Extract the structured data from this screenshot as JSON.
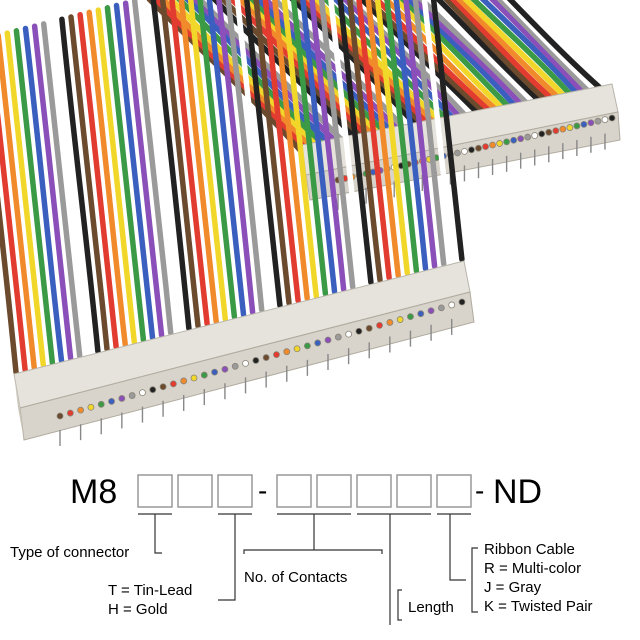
{
  "part_number": {
    "prefix": "M8",
    "dash_1": "-",
    "dash_2": "-",
    "suffix": "ND"
  },
  "legend": {
    "type_of_connector": "Type of connector",
    "tin_lead": "T = Tin-Lead",
    "gold": "H = Gold",
    "no_of_contacts": "No. of Contacts",
    "length": "Length",
    "ribbon_cable": "Ribbon Cable",
    "multi_color": "R = Multi-color",
    "gray": "J = Gray",
    "twisted_pair": "K = Twisted Pair"
  },
  "wire_colors": [
    "#6b4a2e",
    "#e23b2f",
    "#f08a2a",
    "#f2d72b",
    "#3b9a45",
    "#3b5fbf",
    "#8a4fb8",
    "#9a9a9a",
    "#ffffff",
    "#222222"
  ]
}
